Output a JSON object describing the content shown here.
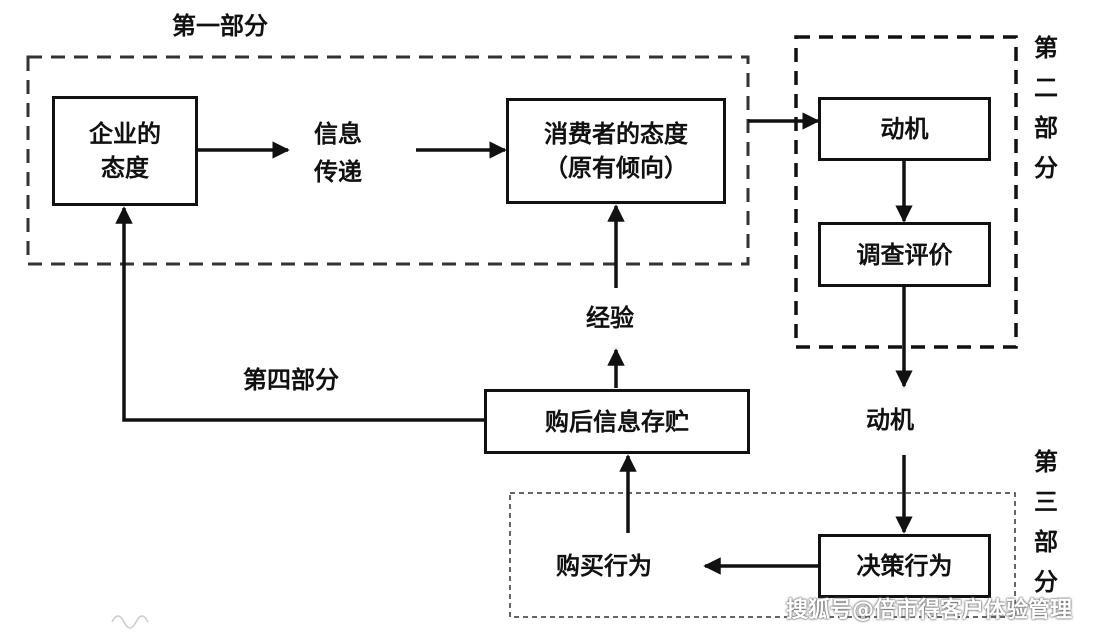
{
  "parts": {
    "part1": "第一部分",
    "part2": [
      "第",
      "二",
      "部",
      "分"
    ],
    "part3": [
      "第",
      "三",
      "部",
      "分"
    ],
    "part4": "第四部分"
  },
  "nodes": {
    "company_attitude": [
      "企业的",
      "态度"
    ],
    "info_transfer": [
      "信息",
      "传递"
    ],
    "consumer_attitude": [
      "消费者的态度",
      "（原有倾向）"
    ],
    "motive_box": "动机",
    "survey": "调查评价",
    "motive_text": "动机",
    "decision": "决策行为",
    "purchase": "购买行为",
    "post_purchase": "购后信息存贮",
    "experience": "经验"
  },
  "watermark": "搜狐号@倍市得客户体验管理"
}
